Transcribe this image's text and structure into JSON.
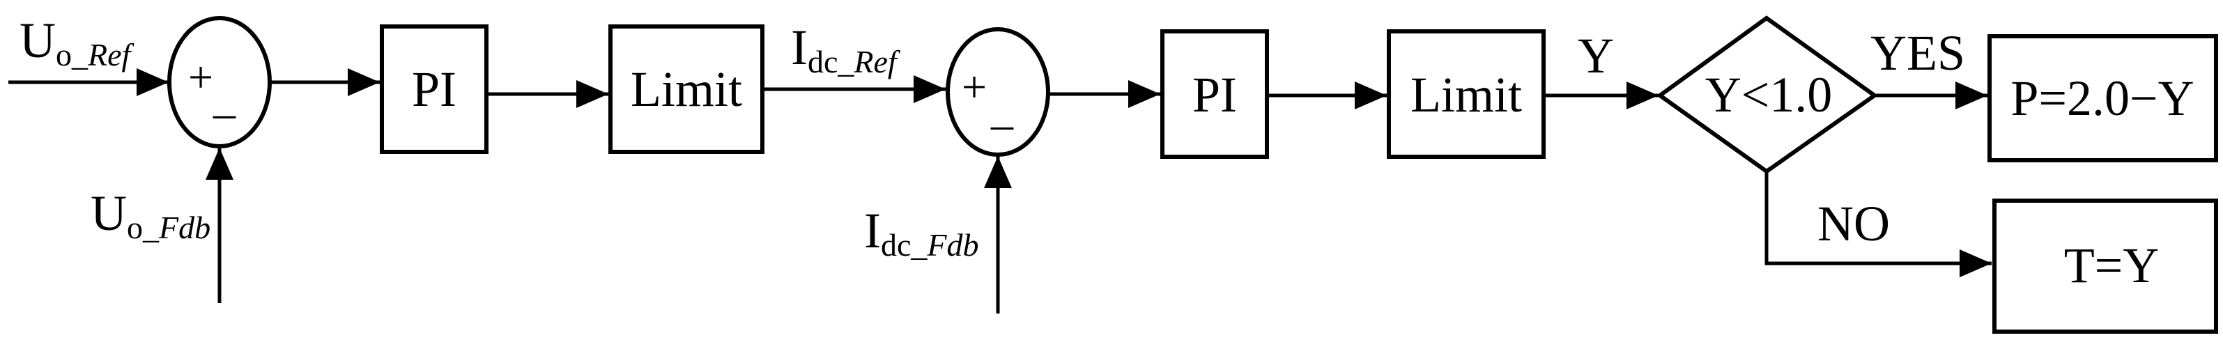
{
  "inputs": {
    "uo_ref": {
      "main": "U",
      "sub": "o",
      "suffix": "_Ref"
    },
    "uo_fdb": {
      "main": "U",
      "sub": "o",
      "suffix": "_Fdb"
    },
    "idc_ref": {
      "main": "I",
      "sub": "dc",
      "suffix": "_Ref"
    },
    "idc_fdb": {
      "main": "I",
      "sub": "dc",
      "suffix": "_Fdb"
    }
  },
  "summer": {
    "plus": "+",
    "minus": "_"
  },
  "blocks": {
    "pi_1": "PI",
    "limit_1": "Limit",
    "pi_2": "PI",
    "limit_2": "Limit"
  },
  "signal_y": "Y",
  "decision": {
    "condition": "Y<1.0",
    "yes": "YES",
    "no": "NO"
  },
  "outputs": {
    "yes_result": "P=2.0−Y",
    "no_result": "T=Y"
  }
}
